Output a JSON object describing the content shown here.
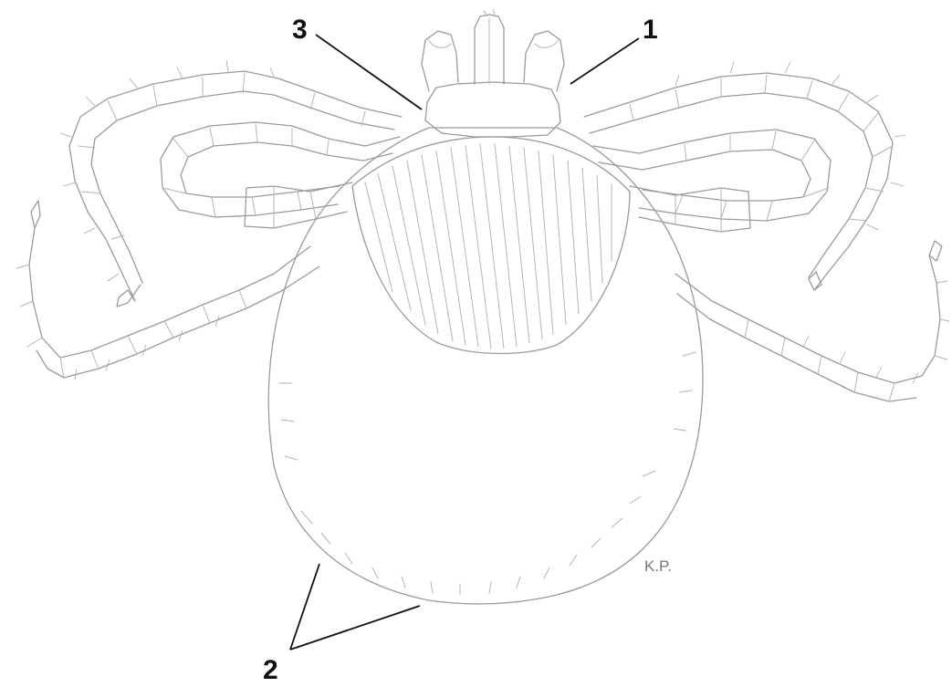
{
  "labels": {
    "one": "1",
    "two": "2",
    "three": "3"
  },
  "signature": "K.P.",
  "colors": {
    "pencil": "#9a9a9a",
    "label": "#111111",
    "background": "#ffffff"
  }
}
